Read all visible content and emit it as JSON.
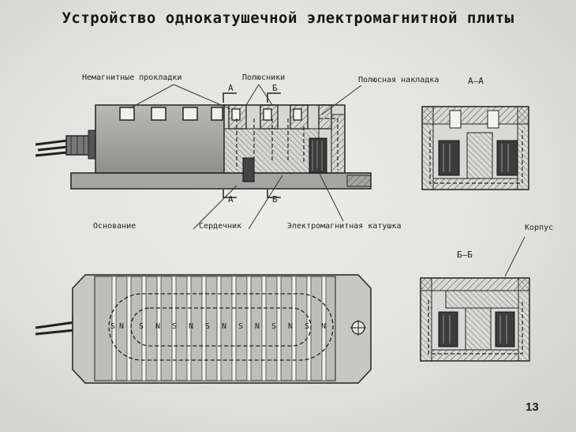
{
  "title": "Устройство однокатушечной электромагнитной плиты",
  "labels": {
    "spacers": "Немагнитные прокладки",
    "poles": "Полюсники",
    "pole_plate": "Полюсная накладка",
    "section_aa": "A—A",
    "base": "Основание",
    "core": "Сердечник",
    "coil": "Электромагнитная катушка",
    "housing": "Корпус",
    "section_bb": "Б—Б"
  },
  "section_marks": {
    "a": "A",
    "b": "Б"
  },
  "pole_letters": [
    "S",
    "N",
    "S",
    "N",
    "S",
    "N",
    "S",
    "N",
    "S",
    "N",
    "S",
    "N",
    "S",
    "N"
  ],
  "page_number": "13"
}
